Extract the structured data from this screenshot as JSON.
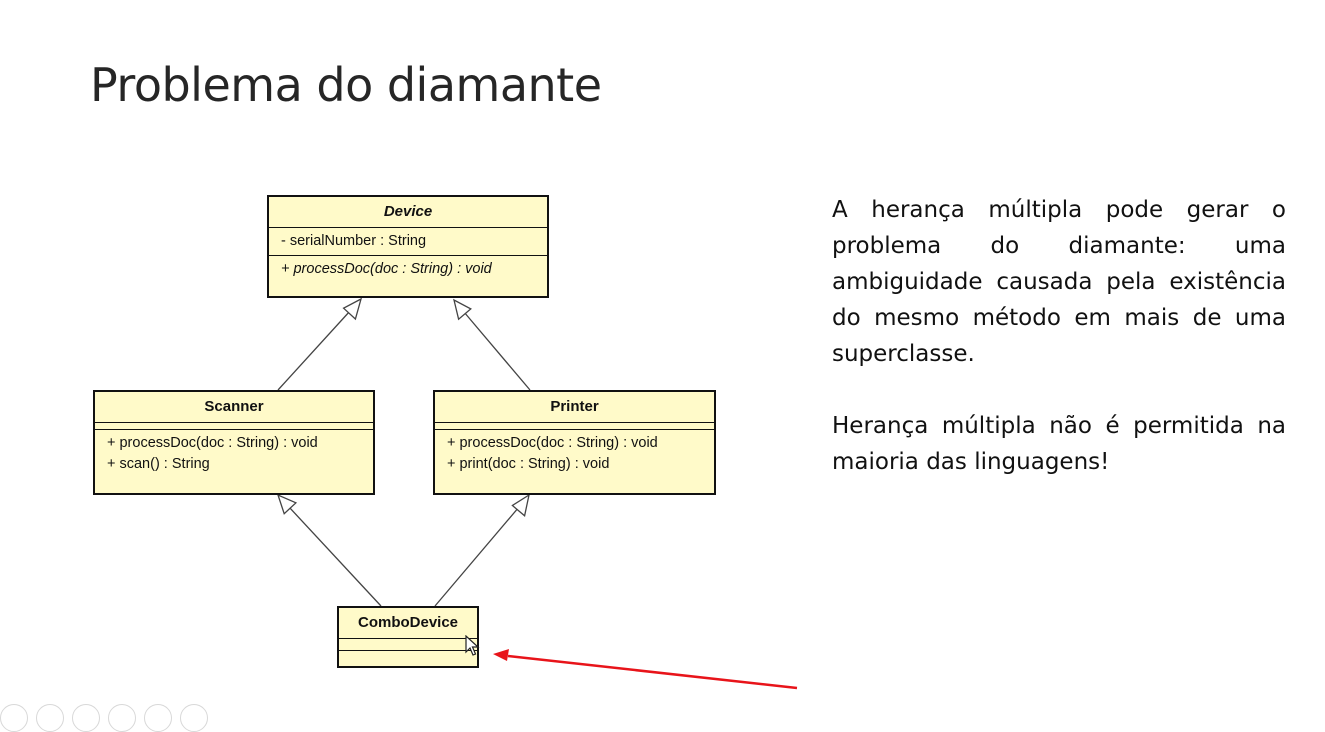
{
  "slide": {
    "title": "Problema do diamante",
    "paragraphs": [
      "A herança múltipla pode gerar o problema do diamante: uma ambiguidade causada pela existência do mesmo método em mais de uma superclasse.",
      "Herança múltipla não é permitida na maioria das linguagens!"
    ]
  },
  "diagram": {
    "device": {
      "name": "Device",
      "attributes": [
        "- serialNumber : String"
      ],
      "methods": [
        "+ processDoc(doc : String) : void"
      ]
    },
    "scanner": {
      "name": "Scanner",
      "methods": [
        "+ processDoc(doc : String) : void",
        "+ scan() : String"
      ]
    },
    "printer": {
      "name": "Printer",
      "methods": [
        "+ processDoc(doc : String) : void",
        "+ print(doc : String) : void"
      ]
    },
    "combo": {
      "name": "ComboDevice"
    }
  },
  "colors": {
    "class_fill": "#fffac9",
    "annotation_arrow": "#e8141a"
  }
}
